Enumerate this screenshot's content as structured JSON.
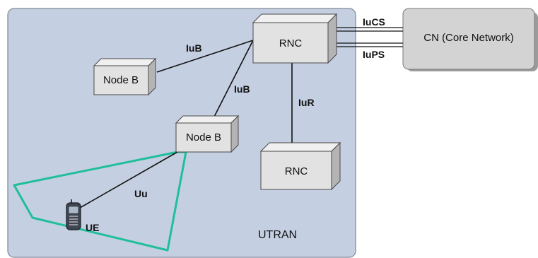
{
  "regions": {
    "utran": {
      "label": "UTRAN",
      "fill": "#c5cfe2",
      "stroke": "#7f8795"
    },
    "cn": {
      "label": "CN (Core Network)",
      "fill": "#d3d3d3",
      "stroke": "#7a7a7a"
    }
  },
  "nodes": {
    "rnc_top": "RNC",
    "rnc_bottom": "RNC",
    "node_b_left": "Node B",
    "node_b_center": "Node B",
    "ue": "UE"
  },
  "interfaces": {
    "iub_top": "IuB",
    "iub_mid": "IuB",
    "iur": "IuR",
    "iucs": "IuCS",
    "iups": "IuPS",
    "uu": "Uu"
  },
  "colors": {
    "box_front": "#e2e2e2",
    "box_top": "#f0f0f0",
    "box_side": "#b4b4b4",
    "box_stroke": "#4a4a4a",
    "coverage": "#1fbf9a",
    "link": "#111111"
  },
  "icons": {
    "ue": "mobile-phone-icon"
  }
}
